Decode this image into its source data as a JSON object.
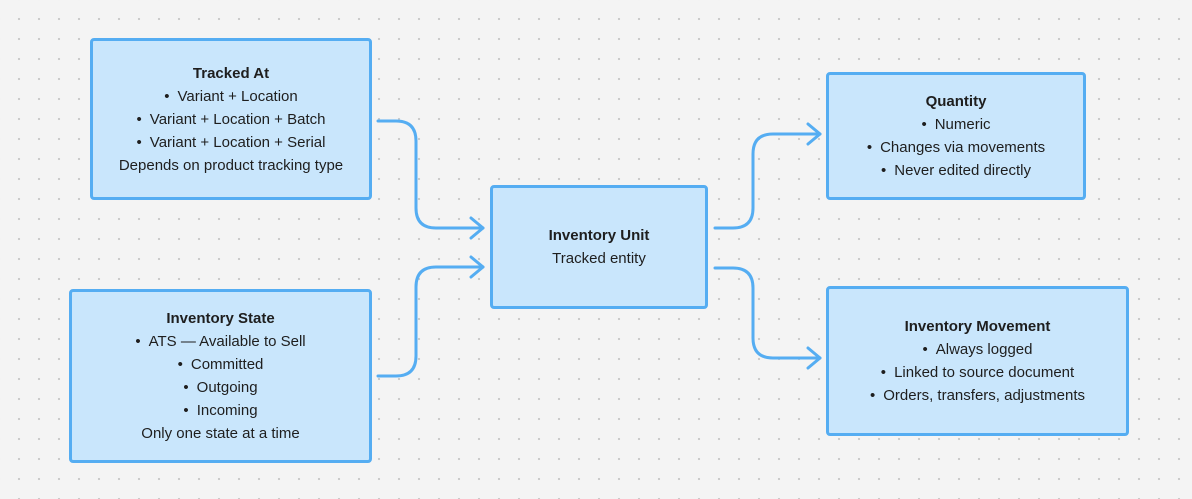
{
  "nodes": {
    "tracked_at": {
      "title": "Tracked At",
      "bullets": [
        "Variant + Location",
        "Variant + Location + Batch",
        "Variant + Location + Serial"
      ],
      "note": "Depends on product tracking type"
    },
    "inventory_state": {
      "title": "Inventory State",
      "bullets": [
        "ATS — Available to Sell",
        "Committed",
        "Outgoing",
        "Incoming"
      ],
      "note": "Only one state at a time"
    },
    "inventory_unit": {
      "title": "Inventory Unit",
      "note": "Tracked entity"
    },
    "quantity": {
      "title": "Quantity",
      "bullets": [
        "Numeric",
        "Changes via movements",
        "Never edited directly"
      ]
    },
    "inventory_movement": {
      "title": "Inventory Movement",
      "bullets": [
        "Always logged",
        "Linked to source document",
        "Orders, transfers, adjustments"
      ]
    }
  },
  "edges": [
    {
      "from": "Tracked At",
      "to": "Inventory Unit"
    },
    {
      "from": "Inventory State",
      "to": "Inventory Unit"
    },
    {
      "from": "Inventory Unit",
      "to": "Quantity"
    },
    {
      "from": "Inventory Unit",
      "to": "Inventory Movement"
    }
  ],
  "colors": {
    "node_fill": "#c9e6fc",
    "node_border": "#55adf2",
    "edge": "#55adf2",
    "background": "#f4f4f4",
    "text": "#1e1e1e"
  }
}
